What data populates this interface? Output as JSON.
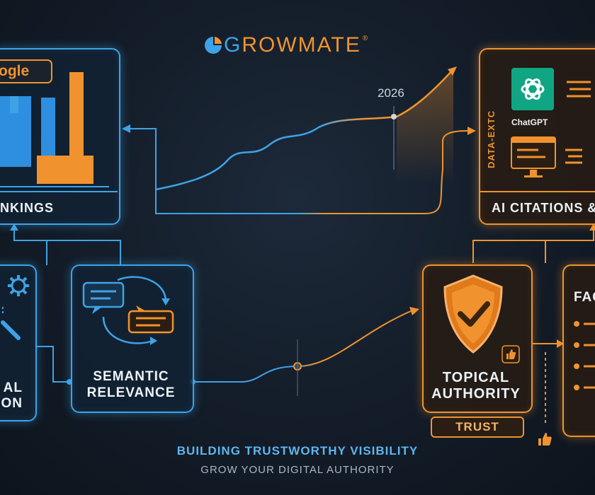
{
  "brand": {
    "name_prefix": "G",
    "name_rest": "ROWMATE",
    "reg": "®"
  },
  "timeline": {
    "year": "2026"
  },
  "cards": {
    "rankings": {
      "label": "NKINGS",
      "google_text": "ogle"
    },
    "ai_citations": {
      "label": "AI CITATIONS &",
      "vertical_text": "DATA-EXTC",
      "chatgpt_label": "ChatGPT"
    },
    "technical": {
      "line1": "AL",
      "line2": "ON"
    },
    "semantic": {
      "line1": "SEMANTIC",
      "line2": "RELEVANCE"
    },
    "topical": {
      "line1": "TOPICAL",
      "line2": "AUTHORITY",
      "badge": "TRUST"
    },
    "faq": {
      "label": "FAC"
    }
  },
  "footer": {
    "headline": "BUILDING TRUSTWORTHY VISIBILITY",
    "subline": "GROW YOUR DIGITAL AUTHORITY"
  },
  "colors": {
    "blue": "#3ea3e6",
    "orange": "#f0932e",
    "background": "#131c28"
  },
  "icons": [
    "growmate-logo-icon",
    "bar-chart-icon",
    "chat-bubbles-icon",
    "gear-icon",
    "magnifier-icon",
    "shield-check-icon",
    "thumbs-up-icon",
    "chatgpt-logo-icon",
    "monitor-icon",
    "checklist-icon"
  ]
}
